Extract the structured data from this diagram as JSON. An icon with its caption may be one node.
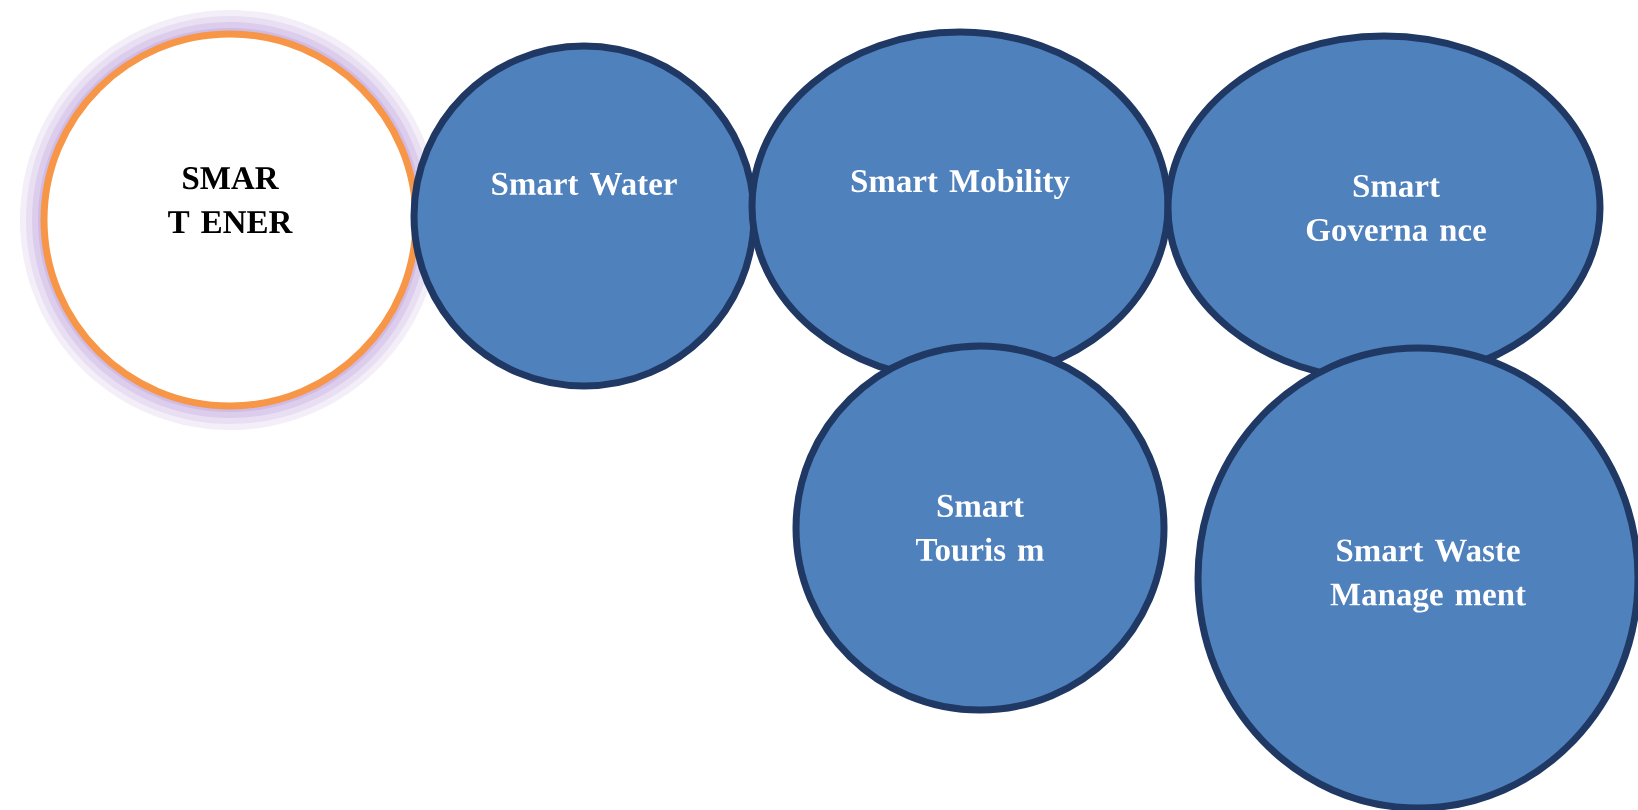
{
  "diagram": {
    "nodes": [
      {
        "text": [
          "SMAR T ENER"
        ]
      },
      {
        "text": [
          "Smart Water"
        ]
      },
      {
        "text": [
          "Smart Mobility"
        ]
      },
      {
        "text": [
          "Smart Governa nce"
        ]
      },
      {
        "text": [
          "Smart Touris m"
        ]
      },
      {
        "text": [
          "Smart Waste Manage ment"
        ]
      }
    ]
  }
}
